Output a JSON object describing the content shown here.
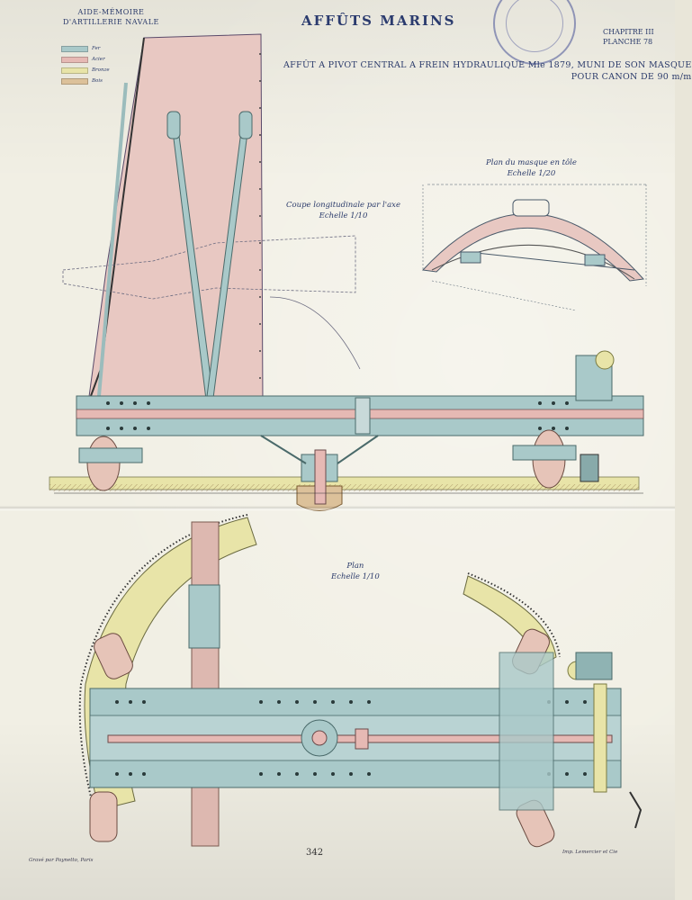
{
  "header": {
    "left_line1": "AIDE-MÉMOIRE",
    "left_line2": "D'ARTILLERIE NAVALE",
    "title": "AFFÛTS MARINS",
    "chapter": "CHAPITRE III",
    "plate": "PLANCHE 78"
  },
  "subtitle": {
    "line1": "AFFÛT A PIVOT CENTRAL A FREIN HYDRAULIQUE Mle 1879, MUNI DE SON MASQUE",
    "line2": "POUR CANON DE 90 m/m"
  },
  "legend": [
    {
      "label": "Fer",
      "color": "#a9c9c9"
    },
    {
      "label": "Acier",
      "color": "#e6b9b4"
    },
    {
      "label": "Bronze",
      "color": "#e8e4a8"
    },
    {
      "label": "Bois",
      "color": "#dcc19a"
    }
  ],
  "views": {
    "section_title": "Coupe longitudinale par l'axe",
    "section_scale": "Echelle 1/10",
    "mask_title": "Plan du masque en tôle",
    "mask_scale": "Echelle 1/20",
    "plan_title": "Plan",
    "plan_scale": "Echelle 1/10"
  },
  "footer": {
    "engraver": "Gravé par Paynetto, Paris",
    "printer": "Imp. Lemercier et Cie",
    "page": "342"
  },
  "colors": {
    "iron": "#a9c9c9",
    "steel": "#e6b9b4",
    "bronze": "#e8e4a8",
    "wood": "#dcc19a",
    "ink": "#2b3b6e"
  }
}
